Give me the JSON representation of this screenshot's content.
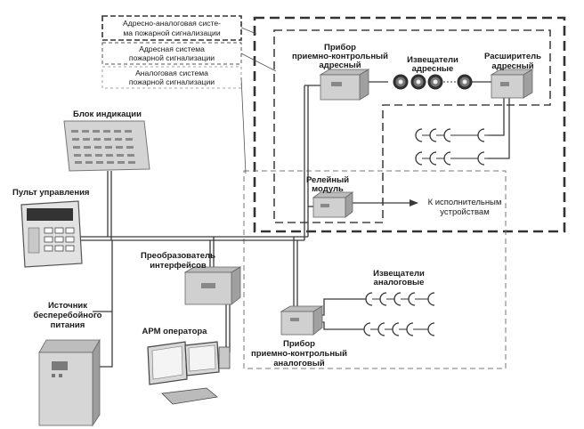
{
  "legend": [
    {
      "text_lines": [
        "Адресно-аналоговая систе-",
        "ма пожарной сигнализации"
      ]
    },
    {
      "text_lines": [
        "Адресная система",
        "пожарной сигнализации"
      ]
    },
    {
      "text_lines": [
        "Аналоговая система",
        "пожарной сигнализации"
      ]
    }
  ],
  "labels": {
    "indication_block": [
      "Блок индикации"
    ],
    "control_panel": [
      "Пульт управления"
    ],
    "ups": [
      "Источник",
      "бесперебойного",
      "питания"
    ],
    "interface_converter": [
      "Преобразователь",
      "интерфейсов"
    ],
    "operator_station": [
      "АРМ оператора"
    ],
    "addressable_panel": [
      "Прибор",
      "приемно-контрольный",
      "адресный"
    ],
    "addressable_detectors": [
      "Извещатели",
      "адресные"
    ],
    "addressable_expander": [
      "Расширитель",
      "адресный"
    ],
    "relay_module": [
      "Релейный",
      "модуль"
    ],
    "actuators": [
      "К исполнительным",
      "устройствам"
    ],
    "analog_detectors": [
      "Извещатели",
      "аналоговые"
    ],
    "analog_panel": [
      "Прибор",
      "приемно-контрольный",
      "аналоговый"
    ]
  },
  "colors": {
    "line": "#3a3a3a",
    "device_fill": "#cfcfcf",
    "device_dark": "#8a8a8a"
  }
}
